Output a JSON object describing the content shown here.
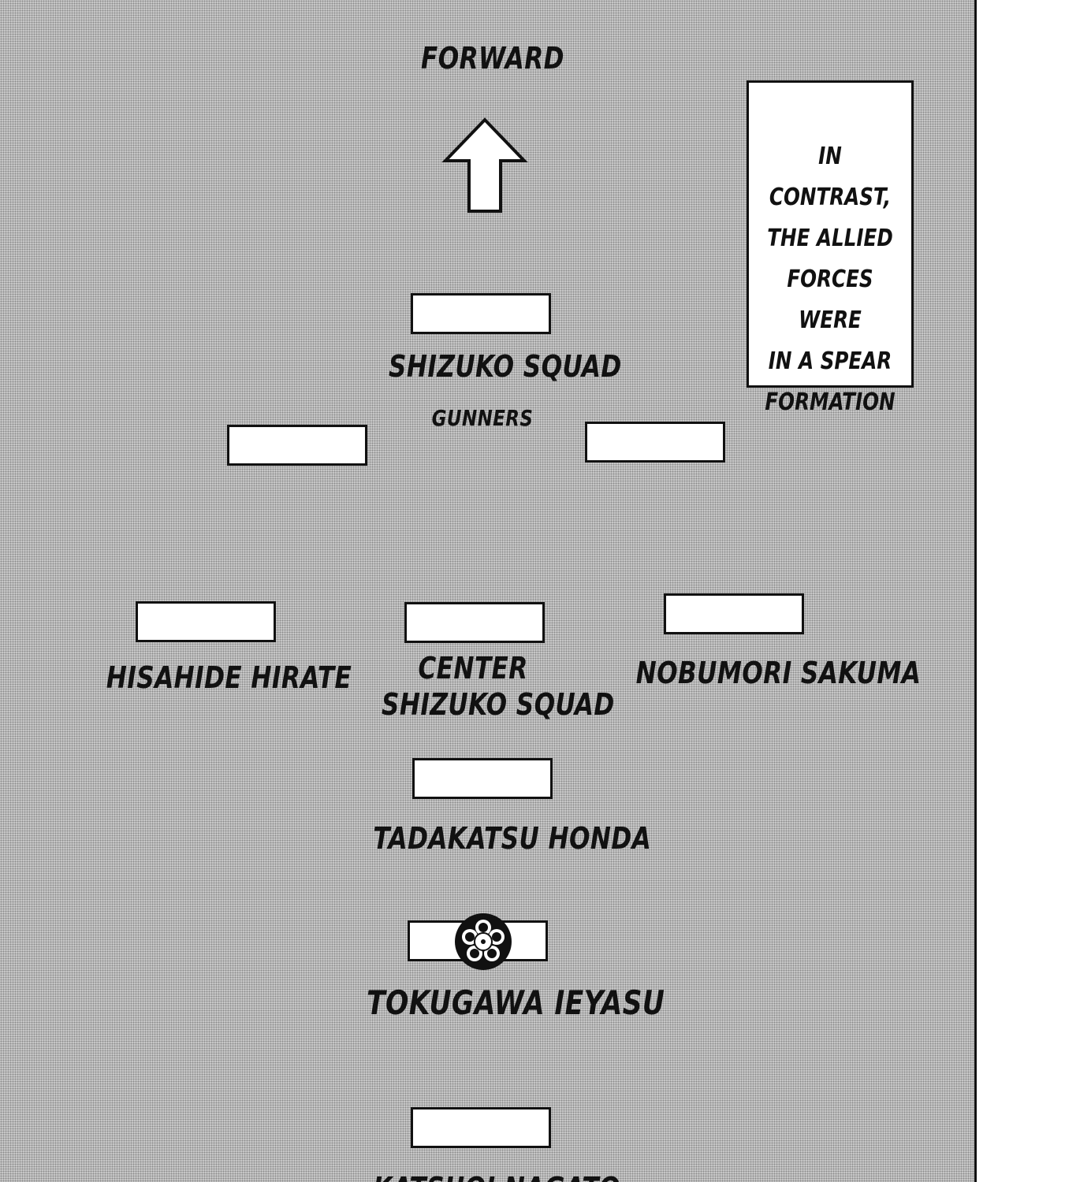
{
  "direction_label": "FORWARD",
  "direction_icon": "up-arrow-icon",
  "caption_lines": [
    "IN CONTRAST,",
    "THE ALLIED",
    "FORCES WERE",
    "IN A SPEAR",
    "FORMATION"
  ],
  "units": {
    "front": "SHIZUKO SQUAD",
    "front_sub": "GUNNERS",
    "left": "HISAHIDE HIRATE",
    "center_line1": "CENTER",
    "center_line2": "SHIZUKO SQUAD",
    "right": "NOBUMORI SAKUMA",
    "rear1": "TADAKATSU HONDA",
    "rear2": "TOKUGAWA IEYASU",
    "rear3": "KATSUOI NAGATO"
  },
  "crest_icon": "tokugawa-crest-icon"
}
